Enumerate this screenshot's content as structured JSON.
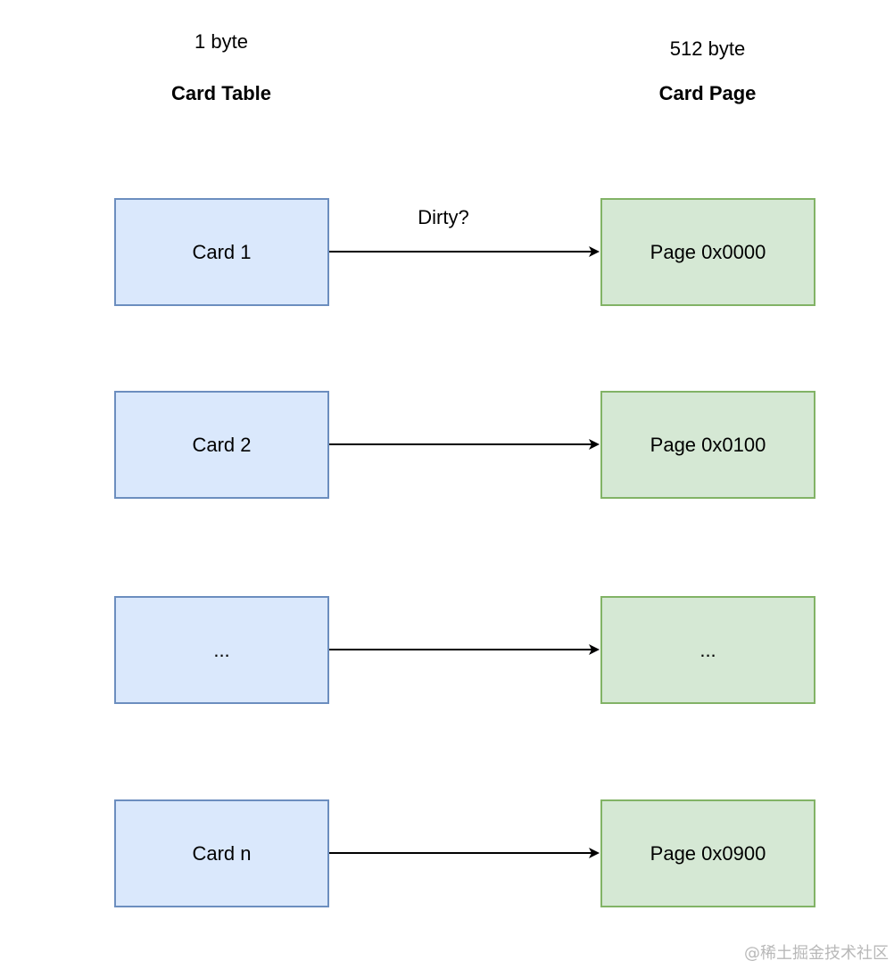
{
  "headers": {
    "card_table_size": "1 byte",
    "card_table_title": "Card Table",
    "card_page_size": "512 byte",
    "card_page_title": "Card Page"
  },
  "edge_label": "Dirty?",
  "rows": [
    {
      "card": "Card 1",
      "page": "Page 0x0000"
    },
    {
      "card": "Card 2",
      "page": "Page 0x0100"
    },
    {
      "card": "...",
      "page": "..."
    },
    {
      "card": "Card n",
      "page": "Page 0x0900"
    }
  ],
  "colors": {
    "card_fill": "#dae8fc",
    "card_stroke": "#6c8ebf",
    "page_fill": "#d5e8d4",
    "page_stroke": "#82b366",
    "arrow": "#000000"
  },
  "watermark": "@稀土掘金技术社区"
}
